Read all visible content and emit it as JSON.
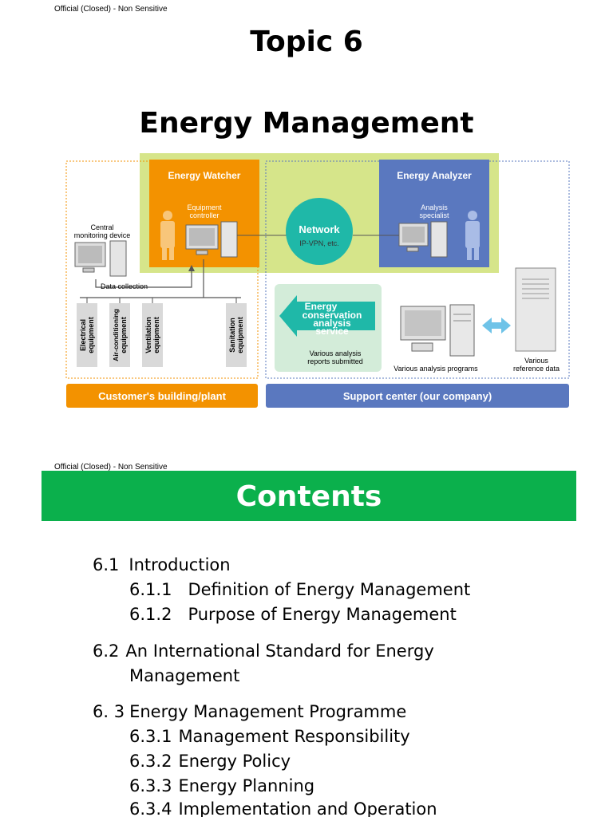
{
  "slide1": {
    "classification": "Official (Closed) - Non Sensitive",
    "title_line1": "Topic 6",
    "title_line2": "Energy Management",
    "diagram": {
      "energy_watcher": "Energy Watcher",
      "equipment_controller_1": "Equipment",
      "equipment_controller_2": "controller",
      "energy_analyzer": "Energy Analyzer",
      "analysis_specialist_1": "Analysis",
      "analysis_specialist_2": "specialist",
      "network": "Network",
      "network_sub": "IP-VPN, etc.",
      "central_monitoring_1": "Central",
      "central_monitoring_2": "monitoring device",
      "data_collection": "Data collection",
      "equipment": [
        {
          "line1": "Electrical",
          "line2": "equipment"
        },
        {
          "line1": "Air-conditioning",
          "line2": "equipment"
        },
        {
          "line1": "Ventilation",
          "line2": "equipment"
        },
        {
          "line1": "Sanitation",
          "line2": "equipment"
        }
      ],
      "service_1": "Energy",
      "service_2": "conservation",
      "service_3": "analysis",
      "service_4": "service",
      "reports_1": "Various analysis",
      "reports_2": "reports submitted",
      "analysis_programs": "Various analysis programs",
      "reference_1": "Various",
      "reference_2": "reference data",
      "customer_label": "Customer's building/plant",
      "support_label": "Support center (our company)"
    }
  },
  "slide2": {
    "classification": "Official (Closed) - Non Sensitive",
    "heading": "Contents",
    "items": [
      {
        "num": "6.1",
        "text": "Introduction"
      },
      {
        "num": "6.1.1",
        "text": "Definition of Energy Management"
      },
      {
        "num": "6.1.2",
        "text": "Purpose of Energy Management"
      },
      {
        "num": "6.2",
        "text": "An International Standard for Energy"
      },
      {
        "num": "",
        "text": "Management"
      },
      {
        "num": "6. 3",
        "text": "Energy Management Programme"
      },
      {
        "num": "6.3.1",
        "text": "Management Responsibility"
      },
      {
        "num": "6.3.2",
        "text": "Energy Policy"
      },
      {
        "num": "6.3.3",
        "text": "Energy Planning"
      },
      {
        "num": "6.3.4",
        "text": "Implementation and Operation"
      }
    ]
  },
  "colors": {
    "green_banner": "#0bb04c",
    "orange": "#f39200",
    "blue": "#5a78bf",
    "lime_bg": "#d6e58a",
    "teal": "#1fb8a8"
  }
}
